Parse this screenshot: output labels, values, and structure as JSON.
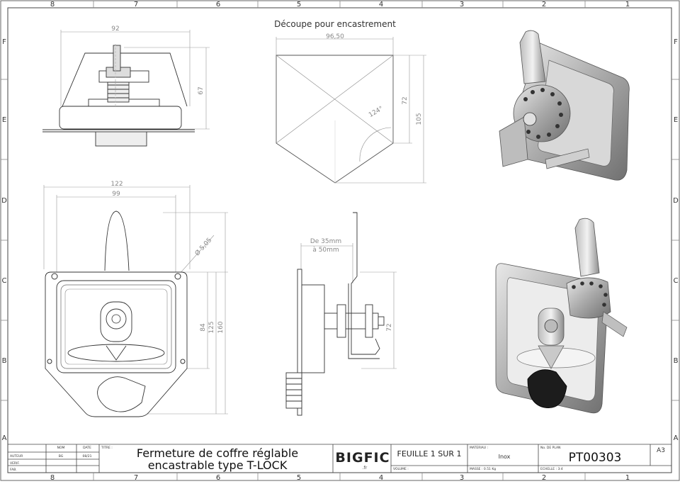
{
  "zones": {
    "columns": [
      "8",
      "7",
      "6",
      "5",
      "4",
      "3",
      "2",
      "1"
    ],
    "rows": [
      "F",
      "E",
      "D",
      "C",
      "B",
      "A"
    ]
  },
  "views": {
    "cutout_title": "Découpe pour encastrement",
    "dims": {
      "top_width": "92",
      "top_height": "67",
      "cutout_width": "96,50",
      "cutout_angle": "124°",
      "cutout_h1": "72",
      "cutout_h2": "105",
      "front_w1": "122",
      "front_w2": "99",
      "front_hole": "Ø 5,05",
      "front_h1": "84",
      "front_h2": "125",
      "front_h3": "160",
      "side_depth1": "De 35mm",
      "side_depth2": "à 50mm",
      "side_h": "72"
    }
  },
  "title_block": {
    "labels": {
      "nom": "NOM",
      "date": "DATE",
      "titre": "TITRE :",
      "auteur": "AUTEUR",
      "verif": "VERIF.",
      "fab": "FAB.",
      "materiau": "MATERIAU :",
      "volume": "VOLUME :",
      "masse": "MASSE : 0.51 Kg",
      "no_plan": "No. DE PLAN",
      "echelle": "ECHELLE : 3:4"
    },
    "author_nom": "BG",
    "author_date": "08/21",
    "title_line1": "Fermeture de coffre réglable",
    "title_line2": "encastrable type T-LOCK",
    "logo": "BIGFIC",
    "logo_sub": ".fr",
    "sheet": "FEUILLE 1 SUR 1",
    "material": "Inox",
    "plan_number": "PT00303",
    "format": "A3"
  }
}
